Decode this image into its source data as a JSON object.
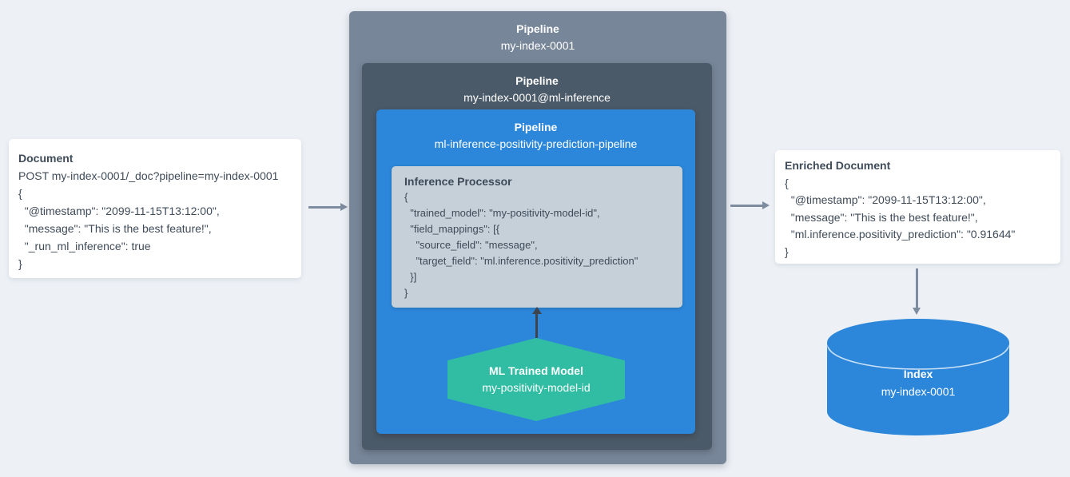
{
  "colors": {
    "background": "#edf1f6",
    "outer_box": "#778699",
    "mid_box": "#4b5a68",
    "blue_box": "#2c87da",
    "processor_bg": "#c6d0d9",
    "hexagon": "#30bda3",
    "cylinder": "#2c87da",
    "gray_arrow": "#7d8c9e",
    "dark_arrow": "#3e444d",
    "text_dark": "#3f4b59",
    "text_light": "#ffffff"
  },
  "document_card": {
    "title": "Document",
    "lines": [
      "POST my-index-0001/_doc?pipeline=my-index-0001",
      "{",
      "  \"@timestamp\": \"2099-11-15T13:12:00\",",
      "  \"message\": \"This is the best feature!\",",
      "  \"_run_ml_inference\": true",
      "}"
    ]
  },
  "pipeline_outer": {
    "title": "Pipeline",
    "subtitle": "my-index-0001"
  },
  "pipeline_mid": {
    "title": "Pipeline",
    "subtitle": "my-index-0001@ml-inference"
  },
  "pipeline_inner": {
    "title": "Pipeline",
    "subtitle": "ml-inference-positivity-prediction-pipeline"
  },
  "inference_processor": {
    "title": "Inference Processor",
    "lines": [
      "{",
      "  \"trained_model\": \"my-positivity-model-id\",",
      "  \"field_mappings\": [{",
      "    \"source_field\": \"message\",",
      "    \"target_field\": \"ml.inference.positivity_prediction\"",
      "  }]",
      "}"
    ]
  },
  "ml_model": {
    "title": "ML Trained Model",
    "subtitle": "my-positivity-model-id"
  },
  "enriched_card": {
    "title": "Enriched Document",
    "lines": [
      "{",
      "  \"@timestamp\": \"2099-11-15T13:12:00\",",
      "  \"message\": \"This is the best feature!\",",
      "  \"ml.inference.positivity_prediction\": \"0.91644\"",
      "}"
    ]
  },
  "index": {
    "title": "Index",
    "subtitle": "my-index-0001"
  }
}
